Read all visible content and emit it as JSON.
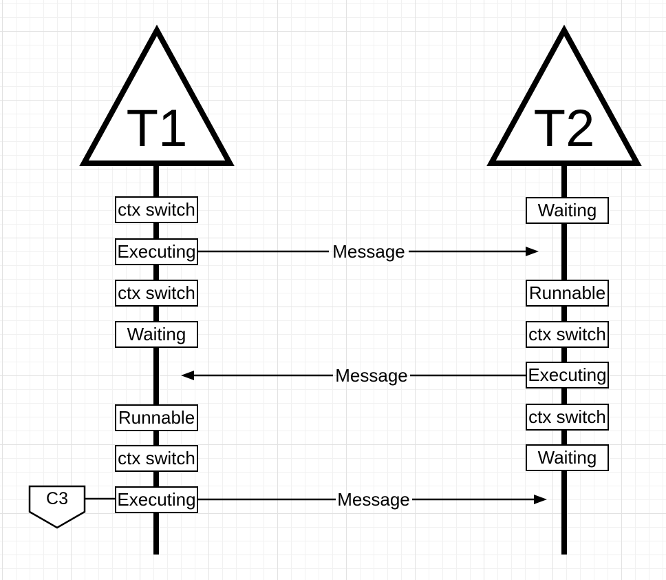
{
  "canvas": {
    "background": "#ffffff",
    "grid_minor_color": "#f1f1f1",
    "grid_major_color": "#e2e2e2",
    "stroke_color": "#000000",
    "shape_fill_color": "#ffffff"
  },
  "threads": [
    {
      "label": "T1",
      "states": [
        "ctx switch",
        "Executing",
        "ctx switch",
        "Waiting",
        "Runnable",
        "ctx switch",
        "Executing"
      ]
    },
    {
      "label": "T2",
      "states": [
        "Waiting",
        "Runnable",
        "ctx switch",
        "Executing",
        "ctx switch",
        "Waiting"
      ]
    }
  ],
  "messages": [
    {
      "label": "Message",
      "from": "T1",
      "to": "T2"
    },
    {
      "label": "Message",
      "from": "T2",
      "to": "T1"
    },
    {
      "label": "Message",
      "from": "T1",
      "to": "T2"
    }
  ],
  "annotation": {
    "label": "C3"
  }
}
